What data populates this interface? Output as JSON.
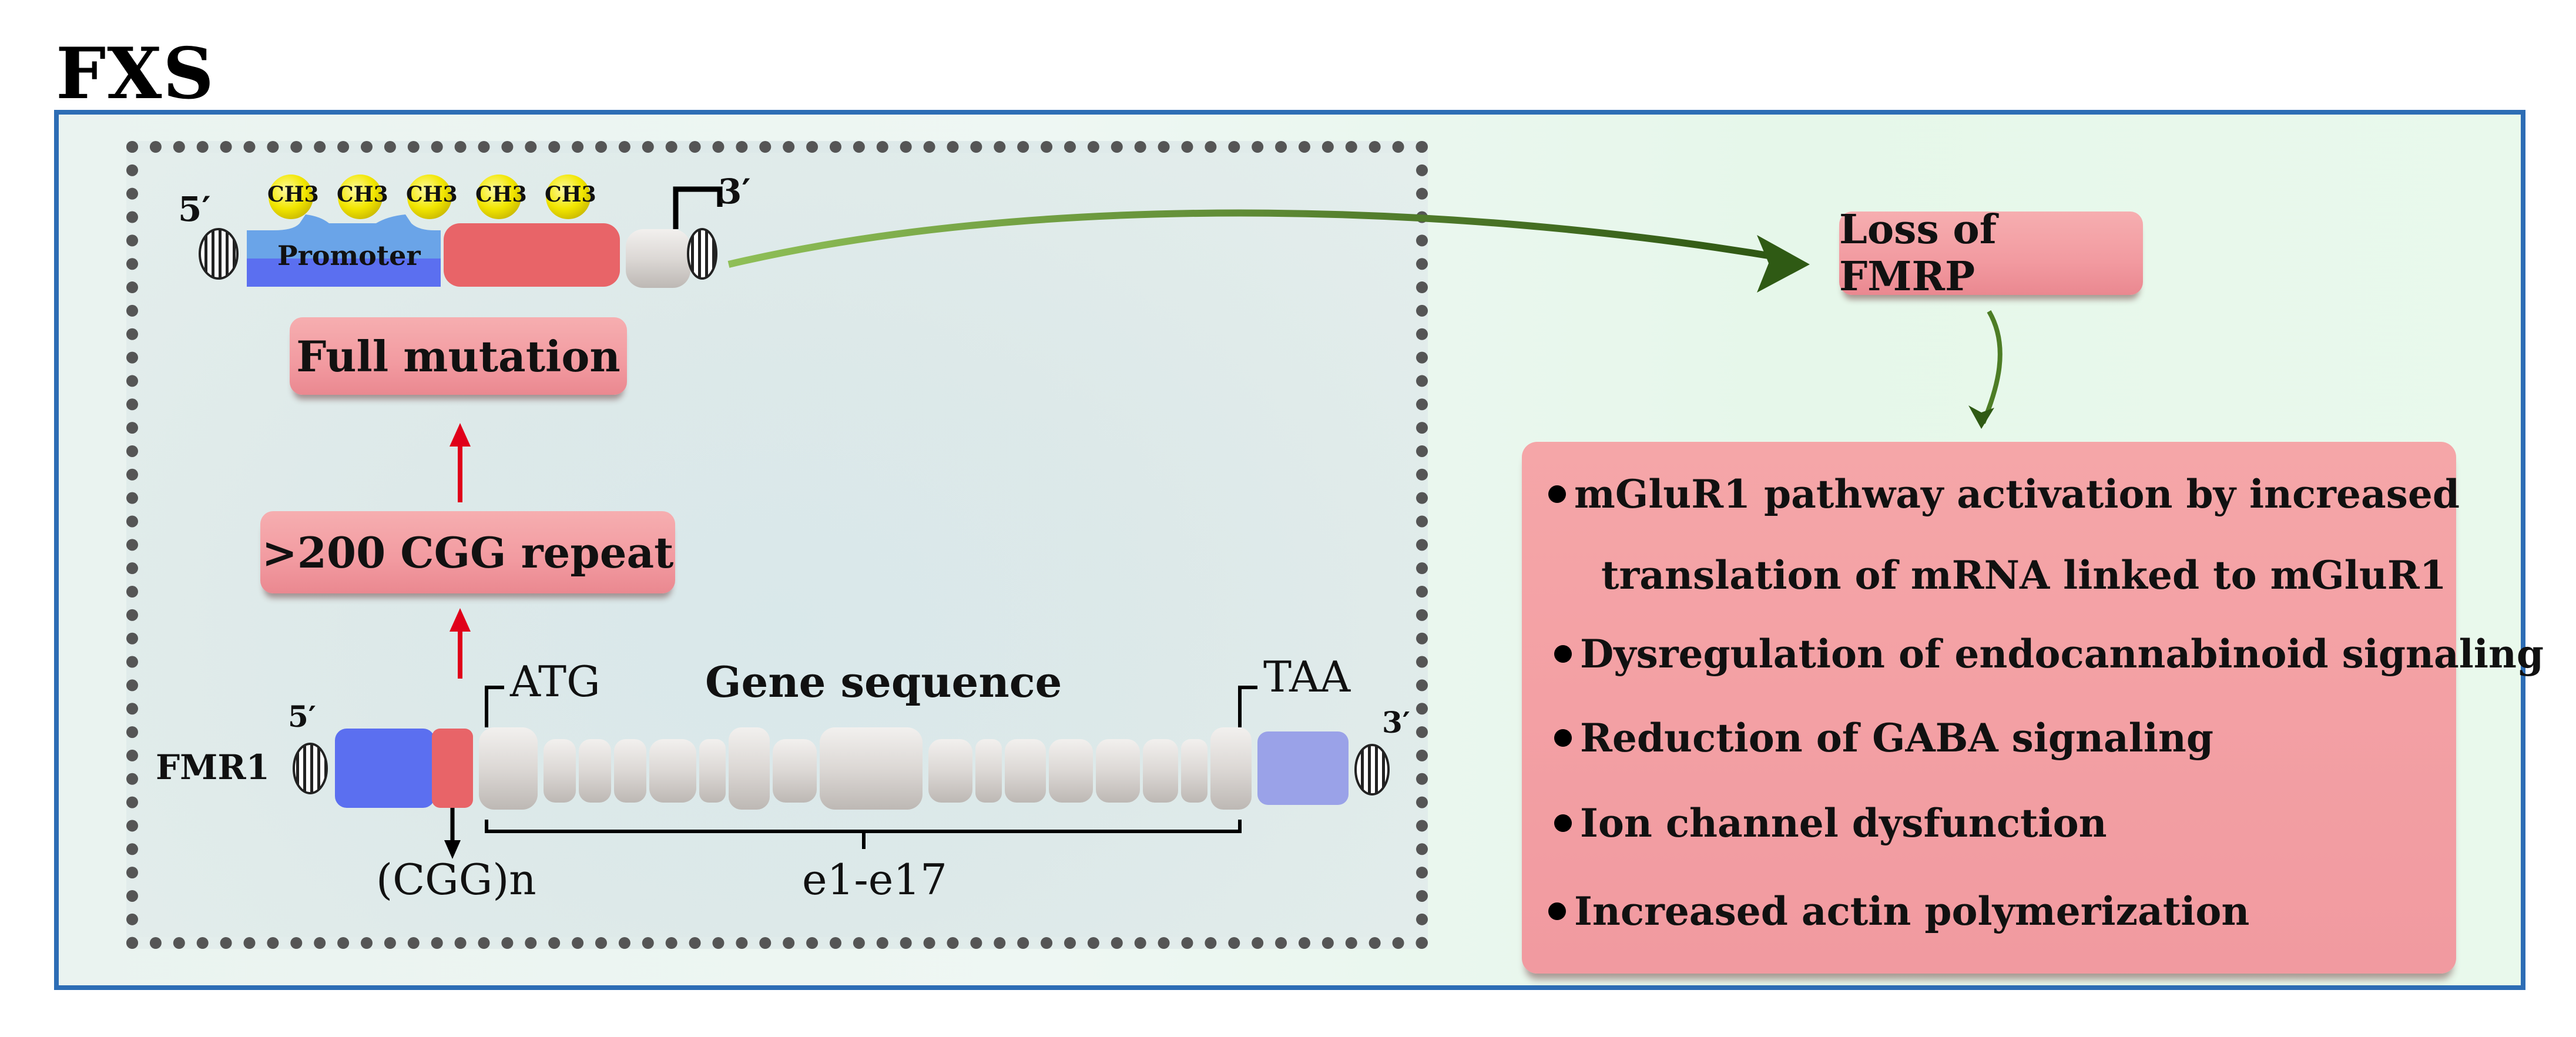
{
  "title": "FXS",
  "top_gene": {
    "five_prime": "5′",
    "three_prime": "3′",
    "methyl_label": "CH3",
    "methyl_count": 5,
    "promoter_label": "Promoter"
  },
  "boxes": {
    "full_mutation": "Full mutation",
    "cgg_repeat": ">200 CGG repeat",
    "loss_fmrp": "Loss of FMRP"
  },
  "bottom_gene": {
    "gene_name": "FMR1",
    "five_prime": "5′",
    "three_prime": "3′",
    "atg": "ATG",
    "taa": "TAA",
    "gene_sequence": "Gene sequence",
    "cgg_n": "(CGG)n",
    "exons": "e1-e17"
  },
  "effects": [
    "mGluR1 pathway activation by increased",
    "translation of mRNA linked to mGluR1",
    "Dysregulation of endocannabinoid signaling",
    "Reduction of GABA signaling",
    "Ion channel dysfunction",
    "Increased actin polymerization"
  ],
  "colors": {
    "frame_border": "#2d6db5",
    "pink": "#f29aa0",
    "promoter_blue": "#5b6ff0",
    "red_segment": "#e86468",
    "arrow_green": "#3f6a1c",
    "arrow_red": "#e0001a",
    "methyl_yellow": "#f2e600"
  }
}
